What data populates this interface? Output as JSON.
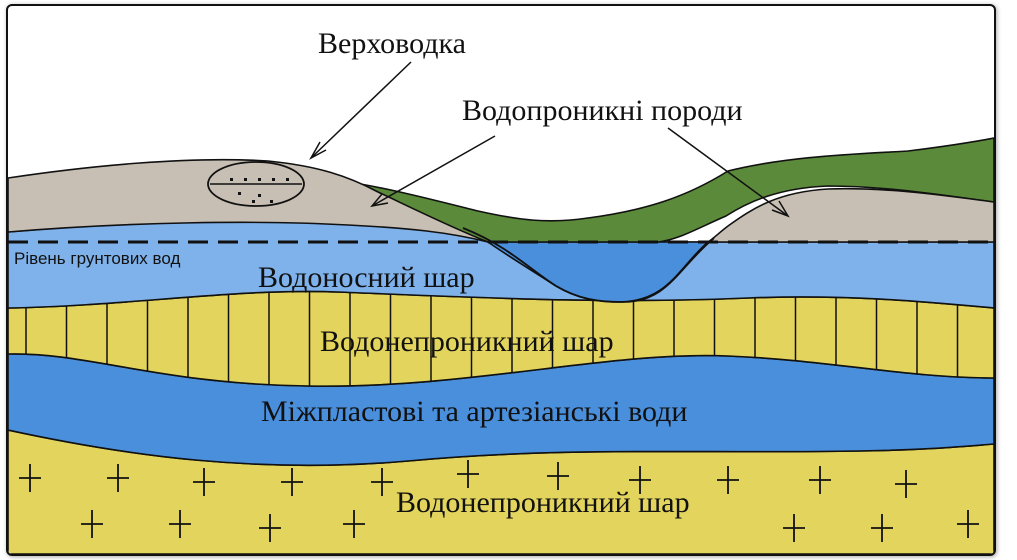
{
  "labels": {
    "perched_water": "Верховодка",
    "permeable_rocks": "Водопроникні породи",
    "groundwater_level": "Рівень грунтових вод",
    "aquifer": "Водоносний шар",
    "impermeable_upper": "Водонепроникний шар",
    "interstratal_waters": "Міжпластові та артезіанські води",
    "impermeable_lower": "Водонепроникний шар"
  },
  "colors": {
    "background": "#ffffff",
    "permeable_rock": "#c8bfb4",
    "vegetation": "#5b8a3a",
    "aquifer": "#7fb2eb",
    "lake": "#4a8fdc",
    "impermeable": "#e2d45c",
    "artesian": "#4a8fdc",
    "line": "#111111"
  }
}
